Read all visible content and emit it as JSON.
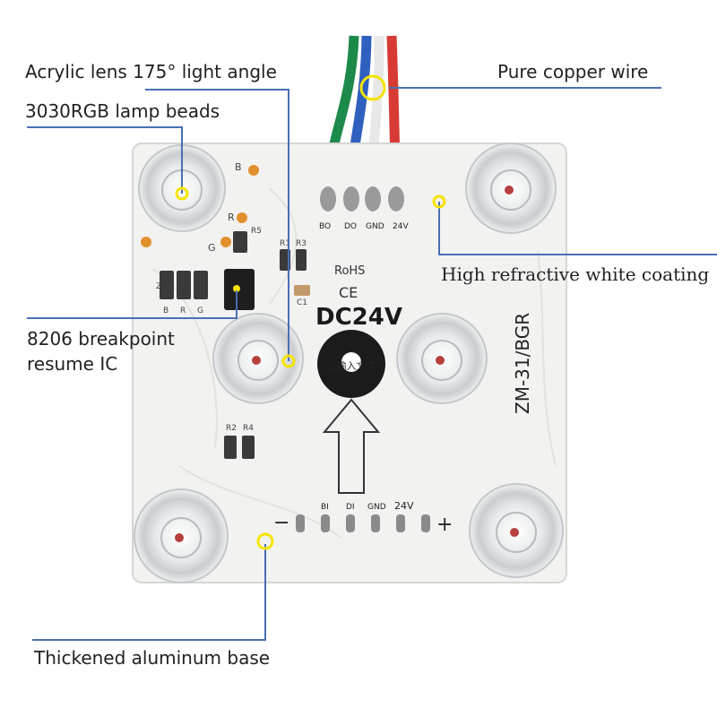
{
  "callouts": {
    "lens": "Acrylic lens 175° light angle",
    "beads": "3030RGB lamp beads",
    "copper": "Pure copper wire",
    "coating": "High refractive white coating",
    "ic_line1": "8206 breakpoint",
    "ic_line2": "resume IC",
    "base": "Thickened aluminum base"
  },
  "board": {
    "voltage": "DC24V",
    "rohs": "RoHS",
    "ce": "CE",
    "model": "ZM-31/BGR",
    "center_text": "请输入文字",
    "minus": "−",
    "plus": "+",
    "top_pads": [
      "BO",
      "DO",
      "GND",
      "24V"
    ],
    "bottom_pads": [
      "BI",
      "DI",
      "GND",
      "24V"
    ],
    "silkscreen": {
      "b": "B",
      "r": "R",
      "g": "G",
      "r5": "R5",
      "r1": "R1",
      "r3": "R3",
      "c1": "C1",
      "r2": "R2",
      "r4": "R4",
      "bar_b": "B",
      "bar_r": "R",
      "bar_g": "G",
      "z": "Z"
    }
  },
  "colors": {
    "callout_line": "#4a6fb5",
    "marker": "#f5e400",
    "wire_green": "#1c8a4a",
    "wire_blue": "#2f5fbf",
    "wire_white": "#e8e8e8",
    "wire_red": "#d83a34",
    "board": "#f2f2f0",
    "pad": "#8a8a8a"
  }
}
